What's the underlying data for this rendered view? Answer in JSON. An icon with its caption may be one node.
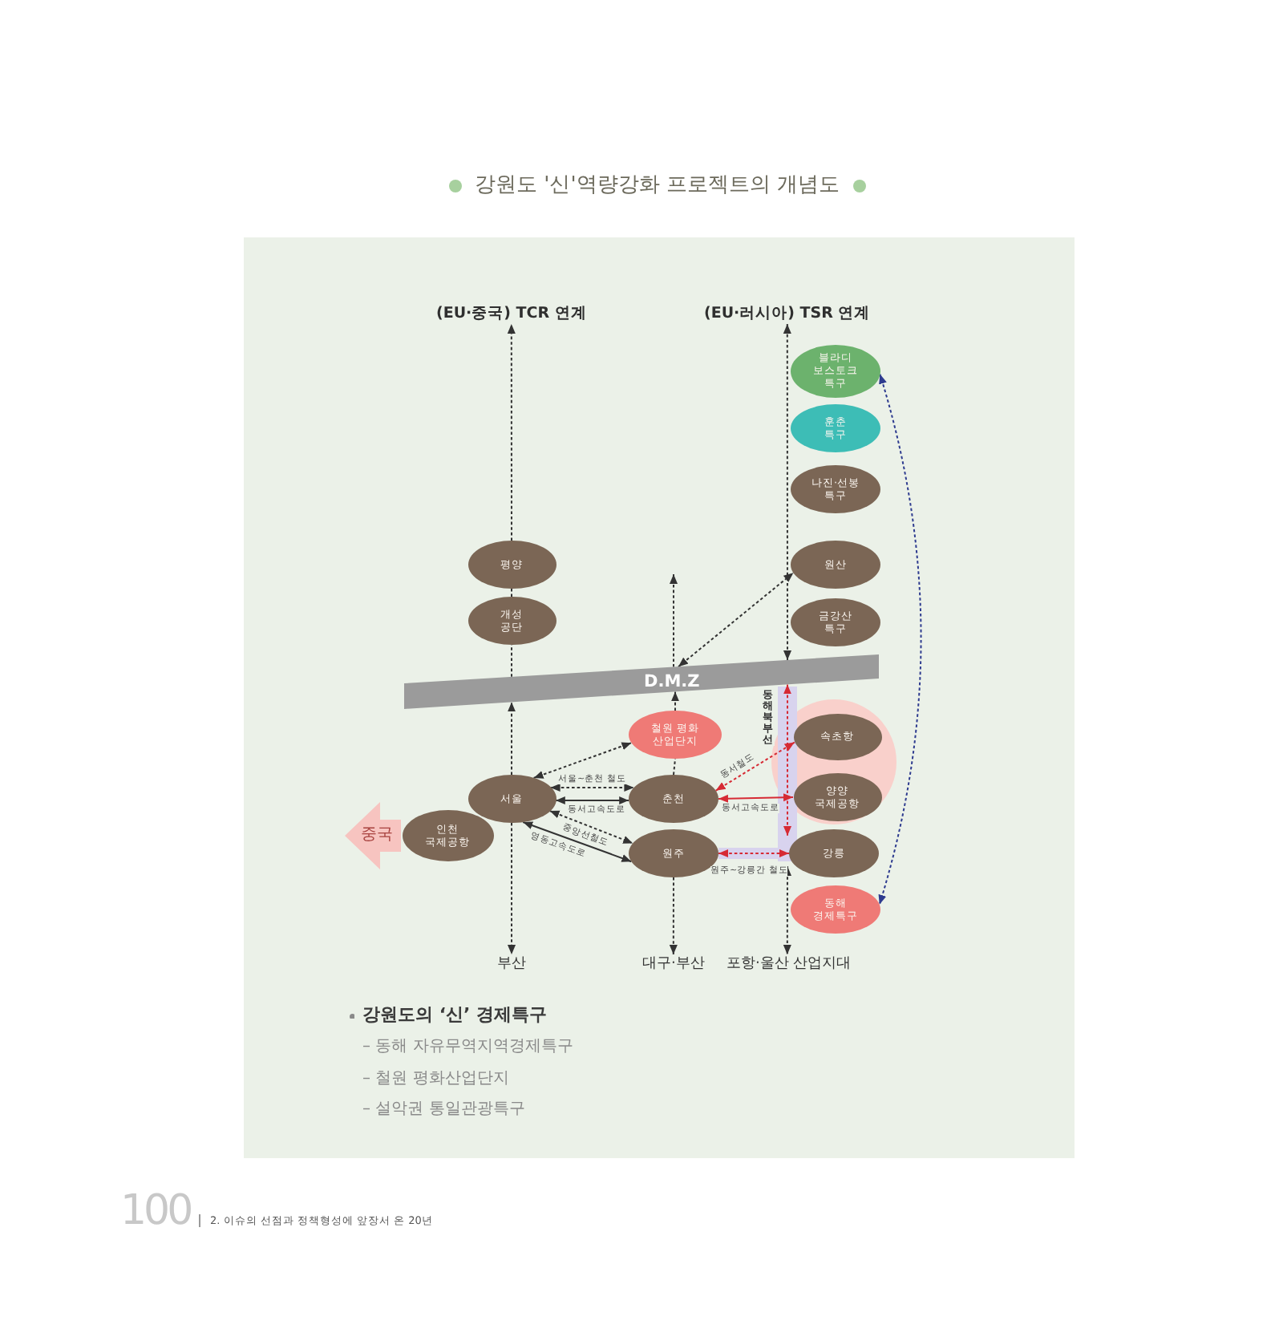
{
  "diagram": {
    "title": "강원도 '신'역량강화 프로젝트의 개념도",
    "nodes": [
      {
        "text": [
          "(EU·중국) TCR 연계"
        ]
      },
      {
        "text": [
          "(EU·러시아) TSR 연계"
        ]
      },
      {
        "text": [
          "블라디 보스토크 특구"
        ]
      },
      {
        "text": [
          "훈춘 특구"
        ]
      },
      {
        "text": [
          "나진·선봉 특구"
        ]
      },
      {
        "text": [
          "평양"
        ]
      },
      {
        "text": [
          "원산"
        ]
      },
      {
        "text": [
          "개성 공단"
        ]
      },
      {
        "text": [
          "금강산 특구"
        ]
      },
      {
        "text": [
          "D.M.Z"
        ]
      },
      {
        "text": [
          "철원 평화 산업단지"
        ]
      },
      {
        "text": [],
        "shape": "circle"
      },
      {
        "text": [
          "속초항"
        ],
        "in": 11
      },
      {
        "text": [
          "서울"
        ]
      },
      {
        "text": [
          "춘천"
        ]
      },
      {
        "text": [
          "양양 국제공항"
        ],
        "in": 11
      },
      {
        "text": [
          "중국"
        ]
      },
      {
        "text": [
          "인천 국제공항"
        ]
      },
      {
        "text": [
          "원주"
        ]
      },
      {
        "text": [
          "강릉"
        ]
      },
      {
        "text": [
          "동해 경제특구"
        ]
      },
      {
        "text": [
          "부산"
        ]
      },
      {
        "text": [
          "대구·부산"
        ]
      },
      {
        "text": [
          "포항·울산 산업지대"
        ]
      }
    ],
    "edges": [
      {
        "from": 5,
        "to": 0,
        "arrow": "to",
        "style": "dashed"
      },
      {
        "from": 7,
        "to": 5,
        "arrow": "none",
        "style": "dashed"
      },
      {
        "from": 9,
        "to": 7,
        "arrow": "none",
        "style": "dashed"
      },
      {
        "from": 13,
        "to": 9,
        "arrow": "to",
        "style": "dashed"
      },
      {
        "from": 13,
        "to": 21,
        "arrow": "to",
        "style": "dashed"
      },
      {
        "from": 9,
        "to": 1,
        "arrow": "both",
        "style": "dashed"
      },
      {
        "from": 9,
        "to": 6,
        "arrow": "both",
        "style": "dashed"
      },
      {
        "from": 9,
        "to": null,
        "arrow": "to",
        "style": "dashed"
      },
      {
        "from": 10,
        "to": 9,
        "arrow": "to",
        "style": "dashed"
      },
      {
        "from": 13,
        "to": 10,
        "arrow": "both",
        "style": "dashed"
      },
      {
        "from": 13,
        "to": 14,
        "arrow": "both",
        "style": "dashed",
        "label": "서울~춘천 철도"
      },
      {
        "from": 13,
        "to": 14,
        "arrow": "both",
        "label": "동서고속도로"
      },
      {
        "from": 13,
        "to": 18,
        "arrow": "both",
        "style": "dashed",
        "label": "중앙선철도"
      },
      {
        "from": 13,
        "to": 18,
        "arrow": "both",
        "label": "영동고속도로"
      },
      {
        "from": 9,
        "to": 19,
        "arrow": "both",
        "style": "dashed",
        "color": "#d62a34",
        "label": "동해북부선"
      },
      {
        "from": 14,
        "to": 12,
        "arrow": "both",
        "style": "dashed",
        "color": "#d62a34",
        "label": "동서철도"
      },
      {
        "from": 14,
        "to": 15,
        "arrow": "both",
        "color": "#d62a34",
        "label": "동서고속도로"
      },
      {
        "from": 18,
        "to": 19,
        "arrow": "both",
        "style": "dashed",
        "color": "#d62a34",
        "label": "원주~강릉간 철도"
      },
      {
        "from": 18,
        "to": 22,
        "arrow": "to",
        "style": "dashed"
      },
      {
        "from": 19,
        "to": 23,
        "arrow": "both",
        "style": "dashed"
      },
      {
        "from": 2,
        "to": 20,
        "arrow": "both",
        "style": "dashed",
        "color": "#2e3b8f"
      },
      {
        "from": 14,
        "to": 10,
        "arrow": "none",
        "style": "dashed"
      }
    ],
    "labels": [
      "강원도의 ‘신’ 경제특구",
      "– 동해 자유무역지역경제특구",
      "– 철원 평화산업단지",
      "– 설악권 통일관광특구",
      "100",
      "2. 이슈의 선점과 정책형성에 앞장서 온 20년"
    ]
  }
}
